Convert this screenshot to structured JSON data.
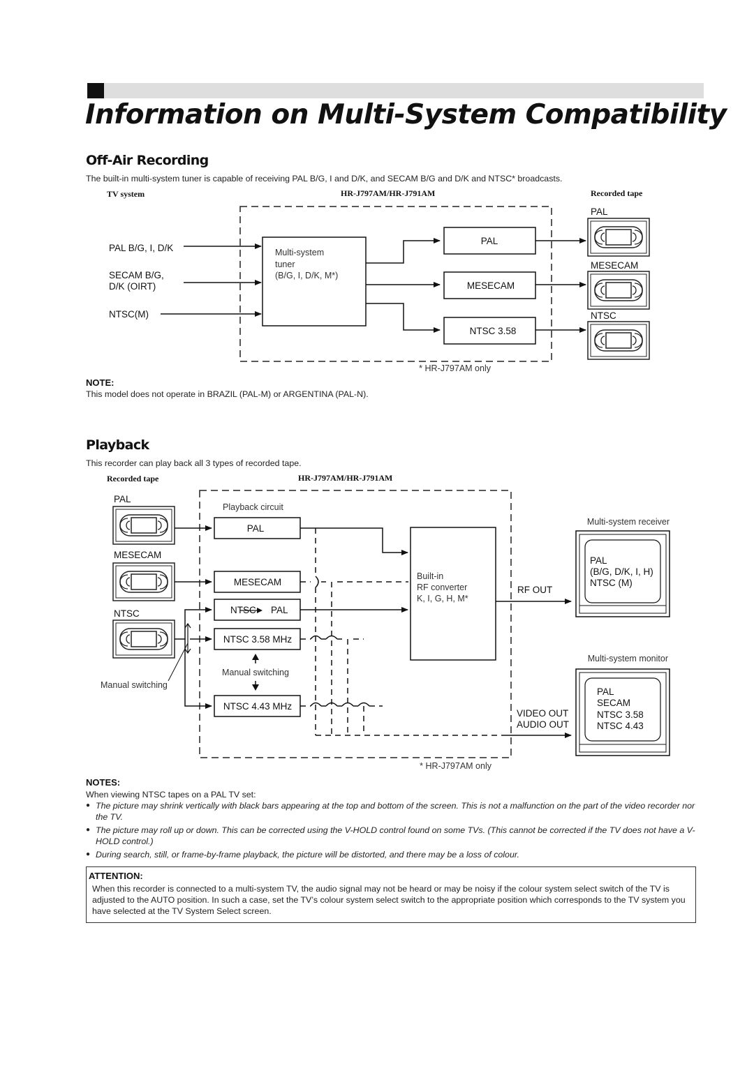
{
  "title": "Information on Multi-System Compatibility",
  "off_air": {
    "heading": "Off-Air Recording",
    "intro": "The built-in multi-system tuner is capable of receiving PAL B/G, I and D/K, and SECAM B/G and D/K and NTSC* broadcasts.",
    "col_tv_system": "TV system",
    "col_model": "HR-J797AM/HR-J791AM",
    "col_recorded_tape": "Recorded tape",
    "inputs": [
      "PAL B/G, I, D/K",
      "SECAM B/G,",
      "D/K (OIRT)",
      "NTSC(M)"
    ],
    "tuner_lines": [
      "Multi-system",
      "tuner",
      "(B/G, I, D/K, M*)"
    ],
    "outputs": [
      "PAL",
      "MESECAM",
      "NTSC 3.58"
    ],
    "tapes": [
      "PAL",
      "MESECAM",
      "NTSC"
    ],
    "footnote": "* HR-J797AM only"
  },
  "note": {
    "heading": "NOTE:",
    "text": "This model does not operate in BRAZIL (PAL-M) or ARGENTINA (PAL-N)."
  },
  "playback": {
    "heading": "Playback",
    "intro": "This recorder can play back all 3 types of recorded tape.",
    "col_recorded_tape": "Recorded tape",
    "col_model": "HR-J797AM/HR-J791AM",
    "tapes": [
      "PAL",
      "MESECAM",
      "NTSC"
    ],
    "circuit_label": "Playback circuit",
    "circuits": [
      "PAL",
      "MESECAM",
      "NTSC",
      "PAL",
      "NTSC 3.58 MHz",
      "NTSC 4.43 MHz"
    ],
    "manual_switching_inner": "Manual switching",
    "manual_switching_outer": "Manual switching",
    "rf_lines": [
      "Built-in",
      "RF converter",
      "K, I, G, H, M*"
    ],
    "rf_out": "RF OUT",
    "video_out": "VIDEO OUT",
    "audio_out": "AUDIO OUT",
    "receiver_label": "Multi-system receiver",
    "receiver_lines": [
      "PAL",
      "(B/G, D/K, I, H)",
      "NTSC (M)"
    ],
    "monitor_label": "Multi-system monitor",
    "monitor_lines": [
      "PAL",
      "SECAM",
      "NTSC 3.58",
      "NTSC 4.43"
    ],
    "footnote": "* HR-J797AM only"
  },
  "notes": {
    "heading": "NOTES:",
    "lead": "When viewing NTSC tapes on a PAL TV set:",
    "items": [
      "The picture may shrink vertically with black bars appearing at the top and bottom of the screen. This is not a malfunction on the part of the video recorder nor the TV.",
      "The picture may roll up or down. This can be corrected using the V-HOLD control found on some TVs. (This cannot be corrected if the TV does not have a V-HOLD control.)",
      "During search, still, or frame-by-frame playback, the picture will be distorted, and there may be a loss of colour."
    ]
  },
  "attention": {
    "heading": "ATTENTION:",
    "text": "When this recorder is connected to a multi-system TV, the audio signal may not be heard or may be noisy if the colour system select switch of the TV is adjusted to the AUTO position. In such a case, set the TV’s colour system select switch to the appropriate position which corresponds to the TV system you have selected at the TV System Select screen."
  }
}
